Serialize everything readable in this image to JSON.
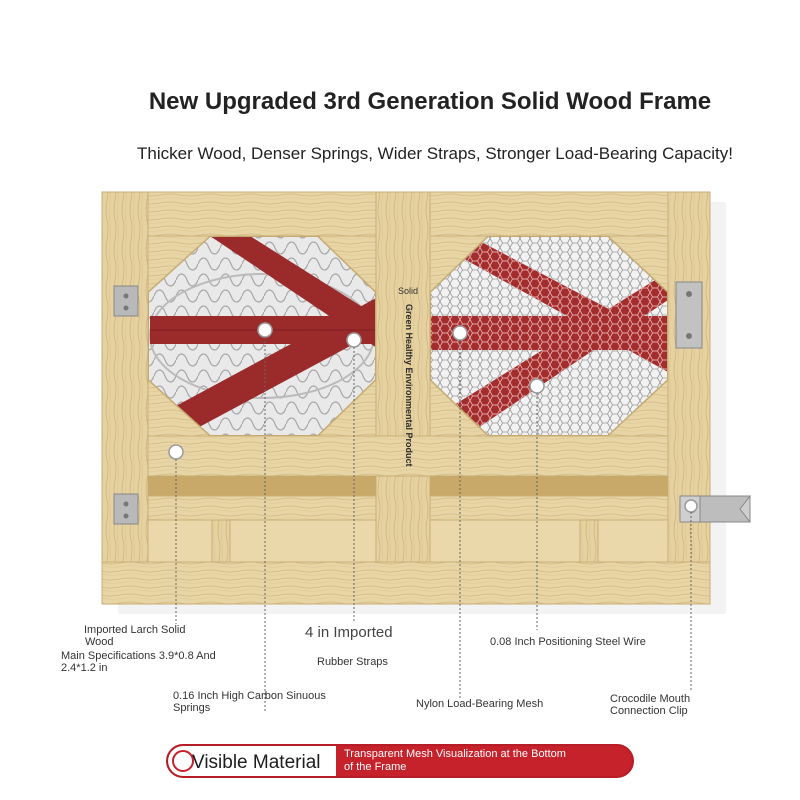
{
  "header": {
    "title": "New Upgraded 3rd Generation Solid Wood Frame",
    "subtitle": "Thicker Wood, Denser Springs, Wider Straps, Stronger Load-Bearing Capacity!"
  },
  "frame": {
    "center_label_short": "Solid",
    "center_label_long": "Green Healthy Environmental Product"
  },
  "callouts": {
    "larch_line1": "Imported Larch Solid",
    "larch_line2": "Wood",
    "specs_line1": "Main Specifications 3.9*0.8 And",
    "specs_line2": "2.4*1.2 in",
    "straps_line1": "4 in Imported",
    "straps_line2": "Rubber Straps",
    "steel_wire": "0.08 Inch Positioning Steel Wire",
    "springs_line1": "0.16 Inch High Carbon Sinuous",
    "springs_line2": "Springs",
    "mesh": "Nylon Load-Bearing Mesh",
    "clip_line1": "Crocodile Mouth",
    "clip_line2": "Connection Clip"
  },
  "banner": {
    "title": "Visible Material",
    "text_line1": "Transparent Mesh Visualization at the Bottom",
    "text_line2": "of the Frame"
  },
  "colors": {
    "wood": "#e6d2a0",
    "wood_dark": "#c9ad72",
    "strap": "#9b2a2b",
    "banner": "#c5222b"
  }
}
